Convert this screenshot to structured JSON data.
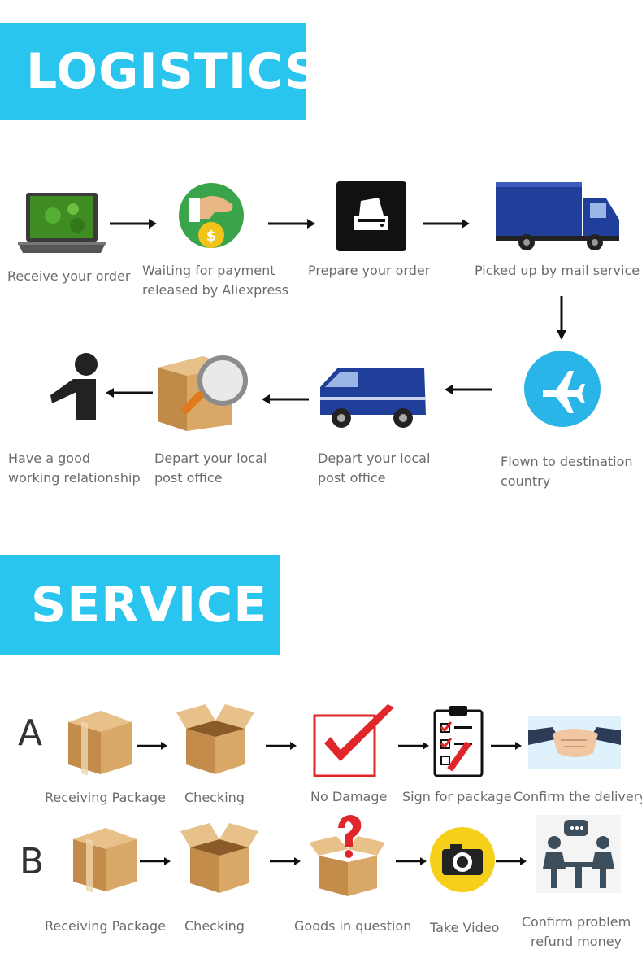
{
  "logistics": {
    "title": "LOGISTICS",
    "steps": [
      {
        "label": "Receive your order",
        "icon": "laptop-icon"
      },
      {
        "label": "Waiting for payment released by Aliexpress",
        "line1": "Waiting for payment",
        "line2": "released by Aliexpress",
        "icon": "payment-hand-coin-icon"
      },
      {
        "label": "Prepare your order",
        "icon": "printer-icon"
      },
      {
        "label": "Picked up by mail service",
        "icon": "delivery-truck-icon"
      },
      {
        "label": "Flown to destination country",
        "line1": "Flown to destination",
        "line2": "country",
        "icon": "airplane-icon"
      },
      {
        "label": "Depart your local post office",
        "line1": "Depart your local",
        "line2": "post office",
        "icon": "delivery-van-icon"
      },
      {
        "label": "Depart your local post office",
        "line1": "Depart your local",
        "line2": "post office",
        "icon": "package-magnifier-icon"
      },
      {
        "label": "Have a good working relationship",
        "line1": "Have a good",
        "line2": "working relationship",
        "icon": "person-icon"
      }
    ]
  },
  "service": {
    "title": "SERVICE",
    "row_a": {
      "letter": "A",
      "steps": [
        {
          "label": "Receiving Package",
          "icon": "closed-box-icon"
        },
        {
          "label": "Checking",
          "icon": "open-box-icon"
        },
        {
          "label": "No Damage",
          "icon": "checkmark-icon"
        },
        {
          "label": "Sign for package",
          "icon": "clipboard-checklist-icon"
        },
        {
          "label": "Confirm the delivery",
          "icon": "handshake-icon"
        }
      ]
    },
    "row_b": {
      "letter": "B",
      "steps": [
        {
          "label": "Receiving Package",
          "icon": "closed-box-icon"
        },
        {
          "label": "Checking",
          "icon": "open-box-icon"
        },
        {
          "label": "Goods in question",
          "icon": "box-question-mark-icon"
        },
        {
          "label": "Take Video",
          "icon": "camera-icon"
        },
        {
          "label": "Confirm problem refund money",
          "line1": "Confirm problem",
          "line2": "refund money",
          "icon": "meeting-icon"
        }
      ]
    }
  },
  "colors": {
    "accent": "#29c5ef",
    "text": "#6b6b6b",
    "truck_blue": "#1f3f9a",
    "check_red": "#e0262b",
    "box": "#d9a866"
  }
}
